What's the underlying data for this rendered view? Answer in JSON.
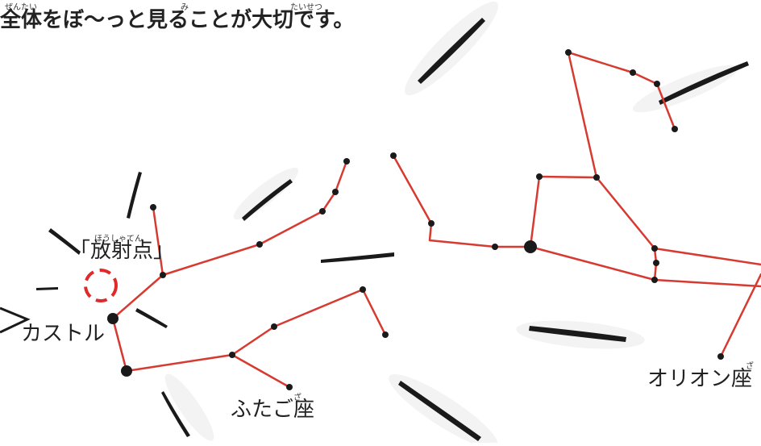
{
  "intro": {
    "line2_main": "全体をぼ～っと見ることが大切です。",
    "furigana": {
      "zentai": "ぜんたい",
      "mi": "み",
      "taisetsu": "たいせつ"
    }
  },
  "labels": {
    "radiant": "「放射点」",
    "radiant_furigana": "ほうしゃてん",
    "castor": "カストル",
    "gemini": "ふたご座",
    "gemini_furigana": "ざ",
    "orion": "オリオン座",
    "orion_furigana": "ざ"
  },
  "colors": {
    "constellation_line": "#d63a30",
    "star": "#1a1a1a",
    "meteor": "#1a1a1a",
    "radiant_circle": "#e02a2a"
  }
}
